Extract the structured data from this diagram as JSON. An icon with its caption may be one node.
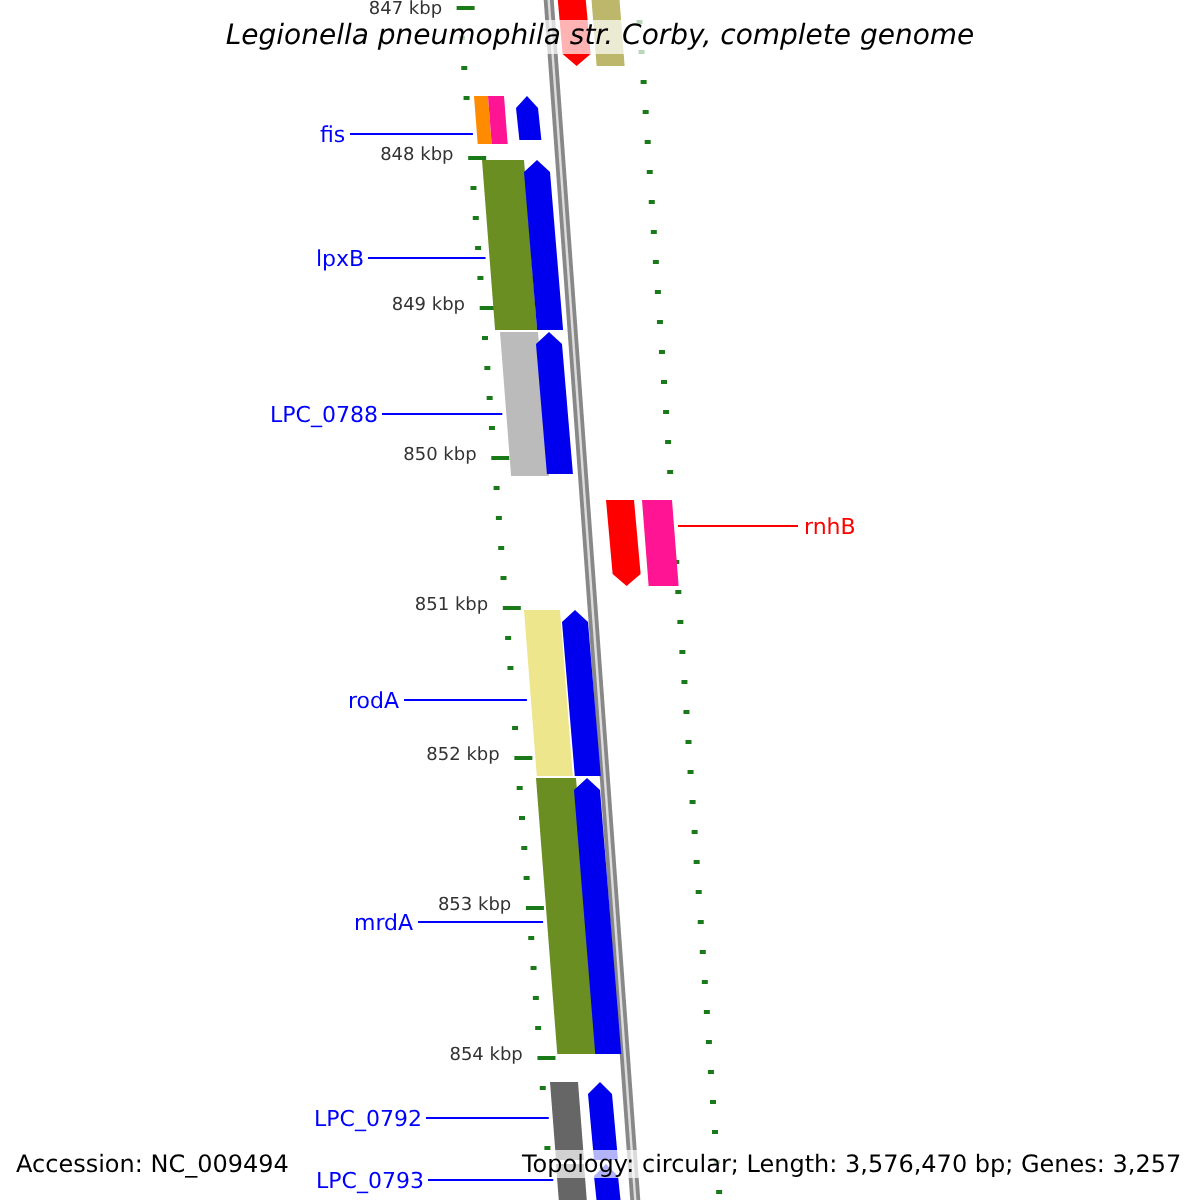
{
  "diagram": {
    "title": "Legionella pneumophila str. Corby, complete genome",
    "nodes": [
      {
        "text": [
          "fis"
        ]
      },
      {
        "text": [],
        "shape": "bar"
      },
      {
        "text": [
          "lpxB"
        ]
      },
      {
        "text": [],
        "shape": "bar"
      },
      {
        "text": [
          "LPC_0788"
        ]
      },
      {
        "text": [],
        "shape": "bar"
      },
      {
        "text": [
          "rnhB"
        ]
      },
      {
        "text": [],
        "shape": "bar"
      },
      {
        "text": [
          "rodA"
        ]
      },
      {
        "text": [],
        "shape": "bar"
      },
      {
        "text": [
          "mrdA"
        ]
      },
      {
        "text": [],
        "shape": "bar"
      },
      {
        "text": [
          "LPC_0792"
        ]
      },
      {
        "text": [],
        "shape": "bar"
      },
      {
        "text": [
          "LPC_0793"
        ]
      },
      {
        "text": [],
        "shape": "bar"
      },
      {
        "text": [],
        "shape": "arrow"
      },
      {
        "text": [],
        "shape": "bar"
      },
      {
        "text": [],
        "shape": "bar"
      },
      {
        "text": [],
        "shape": "arrow"
      },
      {
        "text": [],
        "shape": "arrow"
      },
      {
        "text": [],
        "shape": "arrow"
      },
      {
        "text": [],
        "shape": "arrow"
      },
      {
        "text": [],
        "shape": "arrow"
      },
      {
        "text": [],
        "shape": "arrow"
      },
      {
        "text": [],
        "shape": "arrow"
      },
      {
        "text": [],
        "shape": "arrow"
      }
    ],
    "edges": [
      {
        "from": 0,
        "to": 1,
        "arrow": "none"
      },
      {
        "from": 2,
        "to": 3,
        "arrow": "none"
      },
      {
        "from": 4,
        "to": 5,
        "arrow": "none"
      },
      {
        "from": 6,
        "to": 7,
        "arrow": "none",
        "color": "#ff0000"
      },
      {
        "from": 8,
        "to": 9,
        "arrow": "none"
      },
      {
        "from": 10,
        "to": 11,
        "arrow": "none"
      },
      {
        "from": 12,
        "to": 13,
        "arrow": "none"
      },
      {
        "from": 14,
        "to": 15,
        "arrow": "none"
      }
    ],
    "labels": [
      "847 kbp",
      "848 kbp",
      "849 kbp",
      "850 kbp",
      "851 kbp",
      "852 kbp",
      "853 kbp",
      "854 kbp",
      "Accession: NC_009494",
      "Topology: circular; Length: 3,576,470 bp; Genes: 3,257"
    ]
  }
}
